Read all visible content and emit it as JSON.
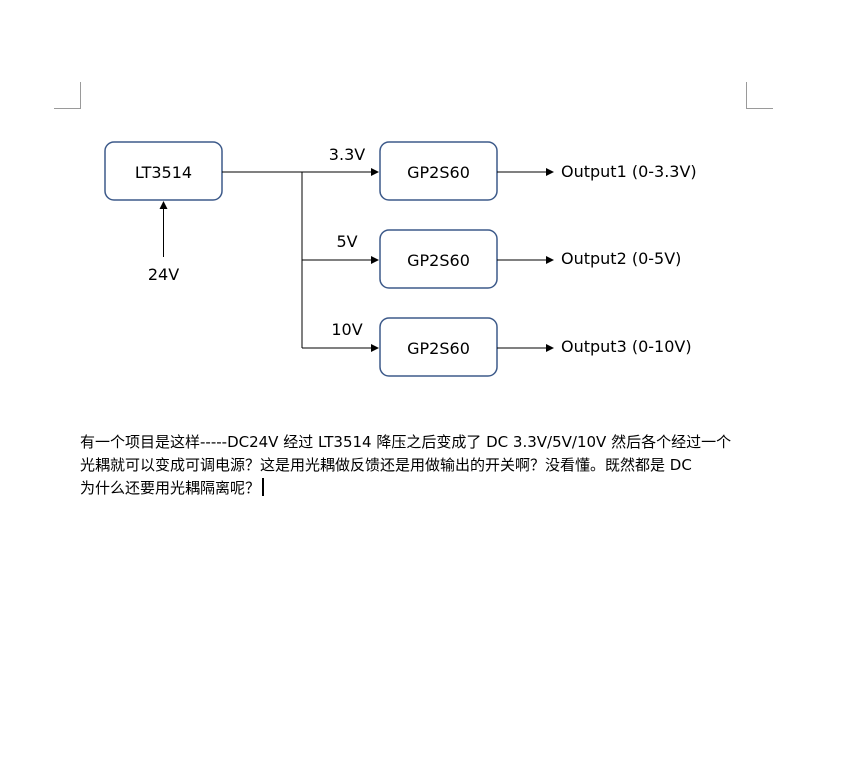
{
  "diagram": {
    "source": "LT3514",
    "input": "24V",
    "branches": [
      {
        "voltage": "3.3V",
        "chip": "GP2S60",
        "output": "Output1 (0-3.3V)"
      },
      {
        "voltage": "5V",
        "chip": "GP2S60",
        "output": "Output2 (0-5V)"
      },
      {
        "voltage": "10V",
        "chip": "GP2S60",
        "output": "Output3 (0-10V)"
      }
    ]
  },
  "paragraph": {
    "lines": [
      "有一个项目是这样-----DC24V 经过 LT3514 降压之后变成了 DC  3.3V/5V/10V  然后各个经过一个",
      "光耦就可以变成可调电源？这是用光耦做反馈还是用做输出的开关啊？没看懂。既然都是 DC",
      "为什么还要用光耦隔离呢？"
    ]
  }
}
